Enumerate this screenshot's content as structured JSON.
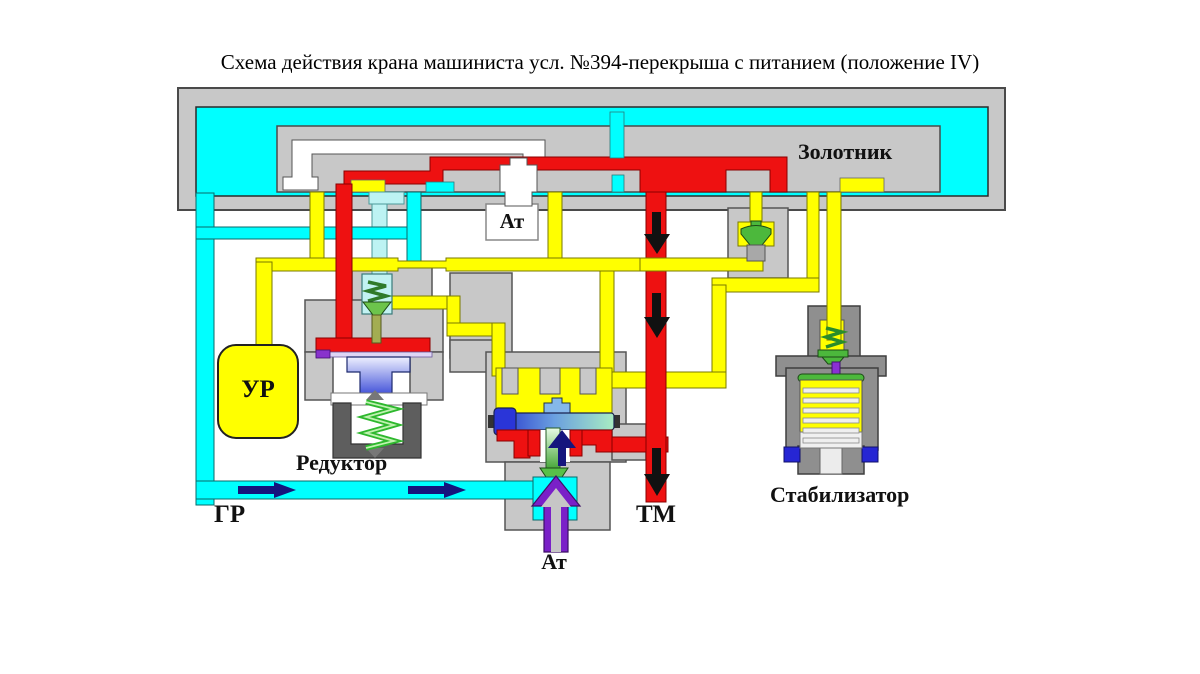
{
  "title": "Схема действия крана машиниста усл. №394-перекрыша с питанием (положение IV)",
  "diagram": {
    "labels": {
      "slide_valve": "Золотник",
      "atmosphere_top": "Ат",
      "equalizing_reservoir": "УР",
      "reducer": "Редуктор",
      "main_reservoir": "ГР",
      "brake_pipe": "ТМ",
      "atmosphere_bottom": "Ат",
      "stabilizer": "Стабилизатор"
    },
    "palette": {
      "body_gray": "#c8c8c8",
      "dark_gray": "#5e5e5e",
      "stabilizer_gray": "#8f8f8f",
      "feed_air_cyan": "#00ffff",
      "light_cyan": "#bdf3f3",
      "ur_air_yellow": "#ffff00",
      "tm_air_red": "#ee1111",
      "atmosphere_purple": "#7a20c8",
      "flow_arrow_navy": "#15157d",
      "flow_arrow_black": "#111111",
      "valve_green": "#4cb83c",
      "piston_blue": "#2a35d8"
    }
  }
}
